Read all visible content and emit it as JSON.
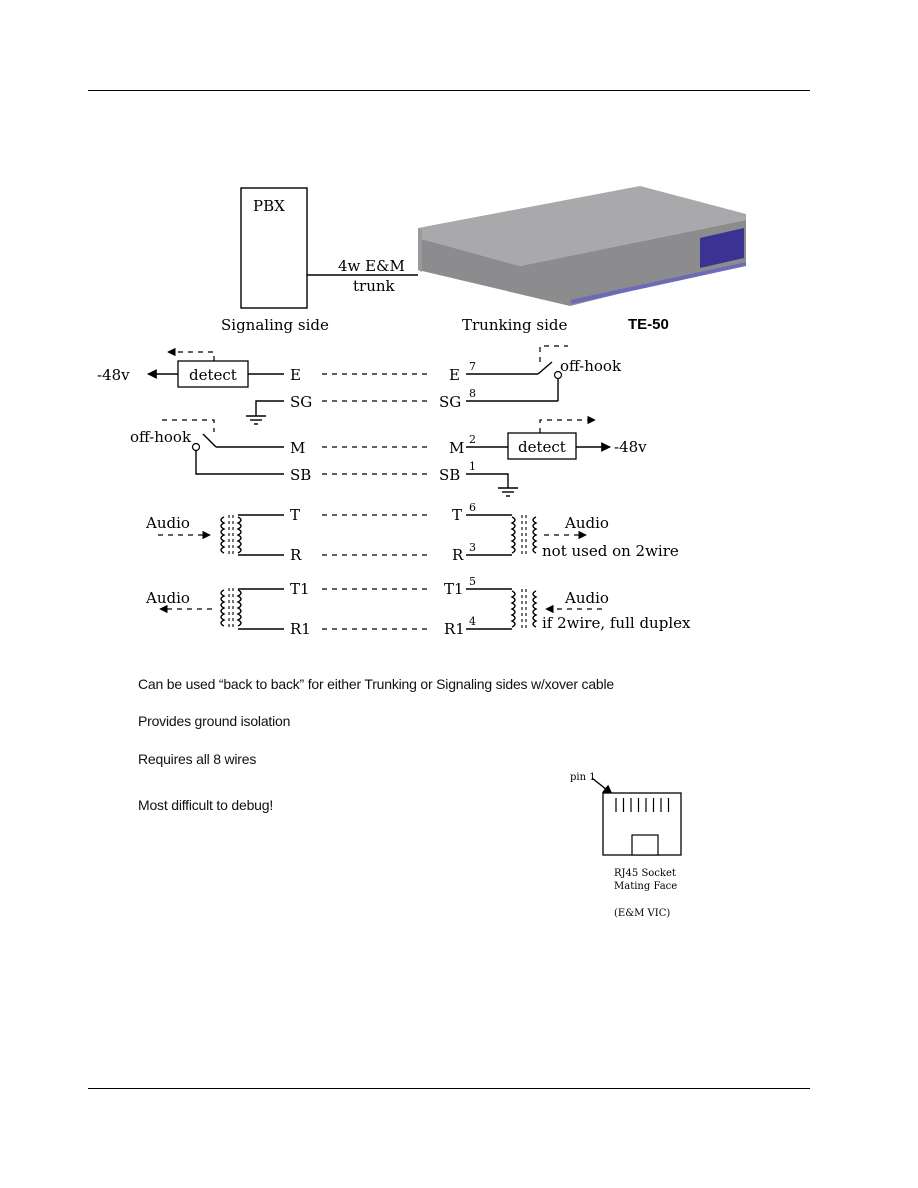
{
  "device": {
    "pbx_label": "PBX",
    "trunk_line1": "4w E&M",
    "trunk_line2": "trunk",
    "signaling_side": "Signaling  side",
    "trunking_side": "Trunking  side",
    "model": "TE-50",
    "colors": {
      "body_top": "#a7a7a9",
      "body_front": "#8b8b8e",
      "panel": "#3a3393"
    }
  },
  "wires": {
    "detect": "detect",
    "minus48": "-48v",
    "offhook": "off-hook",
    "audio": "Audio",
    "E": "E",
    "SG": "SG",
    "M": "M",
    "SB": "SB",
    "T": "T",
    "R": "R",
    "T1": "T1",
    "R1": "R1",
    "pins": [
      "7",
      "8",
      "2",
      "1",
      "6",
      "3",
      "5",
      "4"
    ],
    "note_not_used": "not used on 2wire",
    "note_full_duplex": "if 2wire,  full duplex"
  },
  "notes": [
    "Can be used “back to back” for either Trunking or Signaling sides w/xover cable",
    "Provides ground isolation",
    "Requires all 8 wires",
    "Most difficult to debug!"
  ],
  "rj45": {
    "pin1": "pin 1",
    "line1": "RJ45  Socket",
    "line2": "Mating  Face",
    "line3": "(E&M VIC)"
  }
}
